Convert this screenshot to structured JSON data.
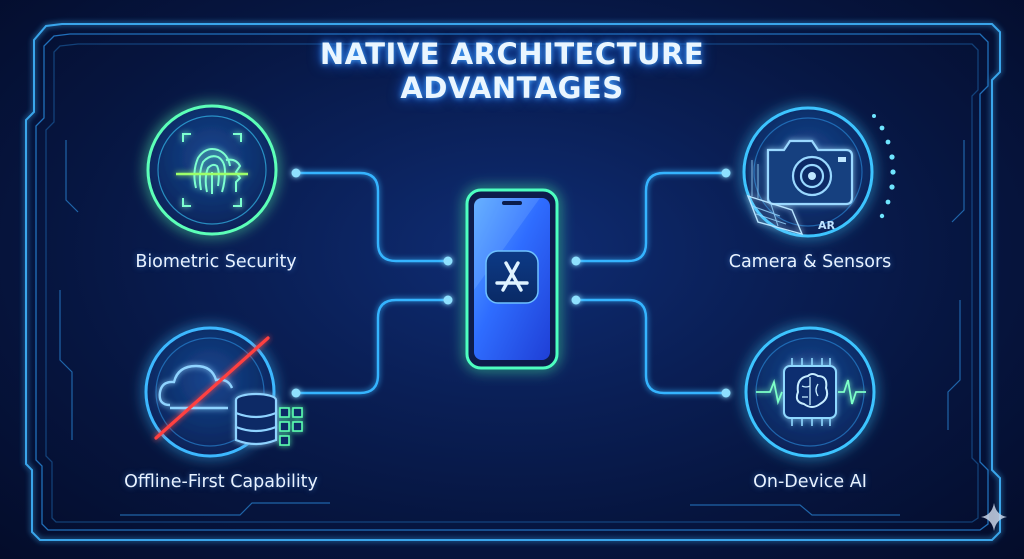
{
  "title": {
    "line1": "NATIVE ARCHITECTURE",
    "line2": "ADVANTAGES"
  },
  "features": [
    {
      "label": "Biometric Security",
      "icon": "fingerprint-face-scan-icon"
    },
    {
      "label": "Offline-First Capability",
      "icon": "cloud-database-offline-icon"
    },
    {
      "label": "Camera & Sensors",
      "icon": "camera-ar-icon"
    },
    {
      "label": "On-Device AI",
      "icon": "brain-chip-icon"
    }
  ],
  "center": {
    "icon": "app-store-icon"
  },
  "ar_badge": "AR",
  "colors": {
    "background": "#0a1f56",
    "glow_blue": "#38b8ff",
    "glow_green": "#4dffb0",
    "cross_red": "#ff3b3b"
  }
}
